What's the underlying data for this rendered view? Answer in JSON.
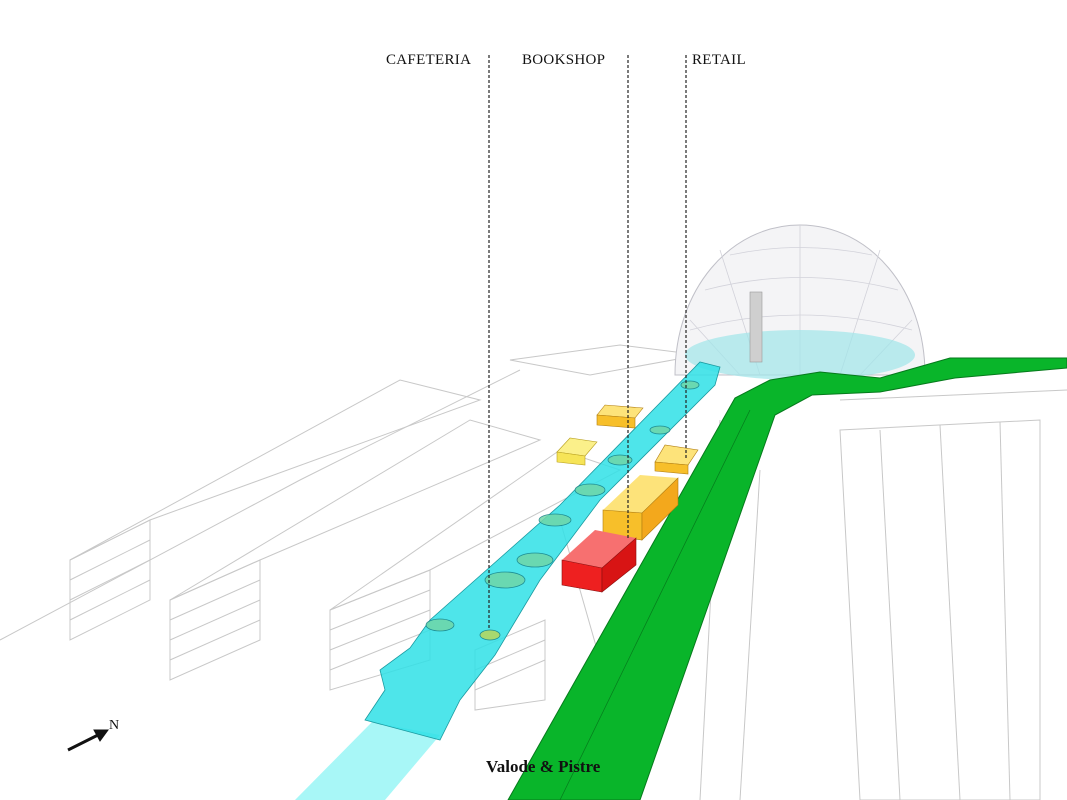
{
  "labels": {
    "cafeteria": "CAFETERIA",
    "bookshop": "BOOKSHOP",
    "retail": "RETAIL"
  },
  "north_label": "N",
  "credit": "Valode & Pistre",
  "colors": {
    "promenade": "#2fe0e6",
    "promenade_light": "#a8f7f7",
    "green_path": "#09b52a",
    "cafeteria_block": "#f6e457",
    "bookshop_block": "#ee2020",
    "retail_block": "#f7bf2a"
  }
}
